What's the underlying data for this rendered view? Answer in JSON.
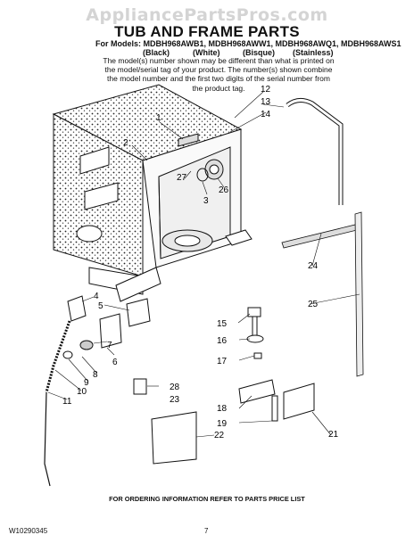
{
  "watermark": "AppliancePartsPros.com",
  "title": "TUB AND FRAME PARTS",
  "models_line": "For Models: MDBH968AWB1, MDBH968AWW1, MDBH968AWQ1, MDBH968AWS1",
  "variants": [
    "(Black)",
    "(White)",
    "(Bisque)",
    "(Stainless)"
  ],
  "note": "The model(s) number shown may be different than what is printed on the model/serial tag of your product. The number(s) shown combine the model number and the first two digits of the serial number from the product tag.",
  "callouts": [
    "1",
    "2",
    "3",
    "4",
    "5",
    "6",
    "7",
    "8",
    "9",
    "10",
    "11",
    "12",
    "13",
    "14",
    "15",
    "16",
    "17",
    "18",
    "19",
    "21",
    "22",
    "23",
    "24",
    "25",
    "26",
    "27",
    "28"
  ],
  "footer_info": "FOR ORDERING INFORMATION REFER TO PARTS PRICE LIST",
  "doc_number": "W10290345",
  "page_number": "7",
  "colors": {
    "ink": "#111111",
    "watermark": "#d4d4d4"
  }
}
